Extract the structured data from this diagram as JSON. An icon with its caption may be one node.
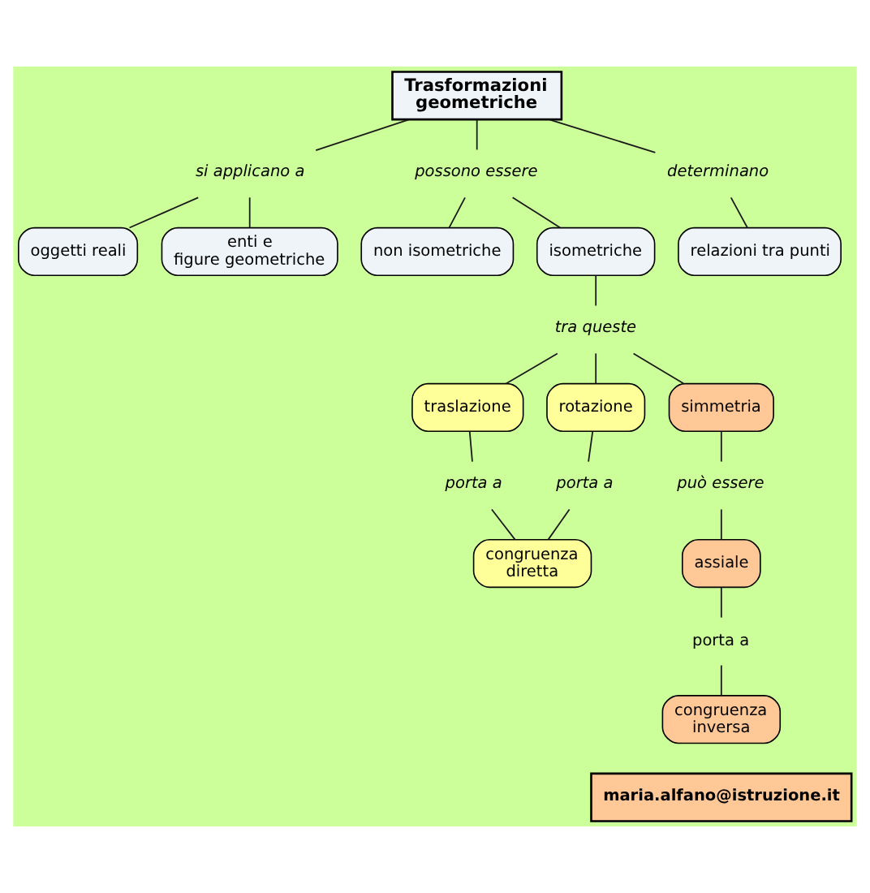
{
  "diagram": {
    "nodes": [
      {
        "text": [
          "Trasformazioni geometriche"
        ]
      },
      {
        "text": [
          "si applicano a"
        ]
      },
      {
        "text": [
          "possono essere"
        ]
      },
      {
        "text": [
          "determinano"
        ]
      },
      {
        "text": [
          "relazioni tra punti"
        ]
      },
      {
        "text": [
          "oggetti reali"
        ]
      },
      {
        "text": [
          "non isometriche"
        ]
      },
      {
        "text": [
          "isometriche"
        ]
      },
      {
        "text": [
          "enti e figure geometriche"
        ]
      },
      {
        "text": [
          "tra queste"
        ]
      },
      {
        "text": [
          "traslazione"
        ]
      },
      {
        "text": [
          "porta a"
        ]
      },
      {
        "text": [
          "simmetria"
        ]
      },
      {
        "text": [
          "rotazione"
        ]
      },
      {
        "text": [
          "porta a"
        ]
      },
      {
        "text": [
          "può essere"
        ]
      },
      {
        "text": [
          "congruenza diretta"
        ]
      },
      {
        "text": [
          "assiale"
        ]
      },
      {
        "text": [
          "porta a"
        ]
      },
      {
        "text": [
          "congruenza inversa"
        ]
      },
      {
        "text": [
          "maria.alfano@istruzione.it"
        ]
      }
    ],
    "edges": [
      {
        "from": 0,
        "to": 1,
        "arrow": "none"
      },
      {
        "from": 0,
        "to": 2,
        "arrow": "none"
      },
      {
        "from": 0,
        "to": 3,
        "arrow": "none"
      },
      {
        "from": 1,
        "to": 5,
        "arrow": "none"
      },
      {
        "from": 1,
        "to": 8,
        "arrow": "none"
      },
      {
        "from": 2,
        "to": 6,
        "arrow": "none"
      },
      {
        "from": 2,
        "to": 7,
        "arrow": "none"
      },
      {
        "from": 3,
        "to": 4,
        "arrow": "none"
      },
      {
        "from": 7,
        "to": 9,
        "arrow": "none"
      },
      {
        "from": 9,
        "to": 10,
        "arrow": "none"
      },
      {
        "from": 9,
        "to": 13,
        "arrow": "none"
      },
      {
        "from": 9,
        "to": 12,
        "arrow": "none"
      },
      {
        "from": 10,
        "to": 11,
        "arrow": "none"
      },
      {
        "from": 13,
        "to": 14,
        "arrow": "none"
      },
      {
        "from": 12,
        "to": 15,
        "arrow": "none"
      },
      {
        "from": 11,
        "to": 16,
        "arrow": "none"
      },
      {
        "from": 14,
        "to": 16,
        "arrow": "none"
      },
      {
        "from": 15,
        "to": 17,
        "arrow": "none"
      },
      {
        "from": 17,
        "to": 18,
        "arrow": "none"
      },
      {
        "from": 18,
        "to": 19,
        "arrow": "none"
      }
    ]
  }
}
